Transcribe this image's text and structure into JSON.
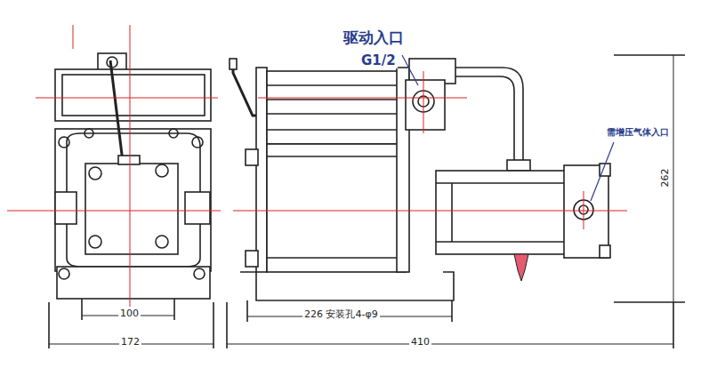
{
  "diagram": {
    "labels": [
      "驱动入口",
      "G1/2",
      "需增压气体入口",
      "262",
      "100",
      "172",
      "226 安装孔4-φ9",
      "410"
    ]
  }
}
